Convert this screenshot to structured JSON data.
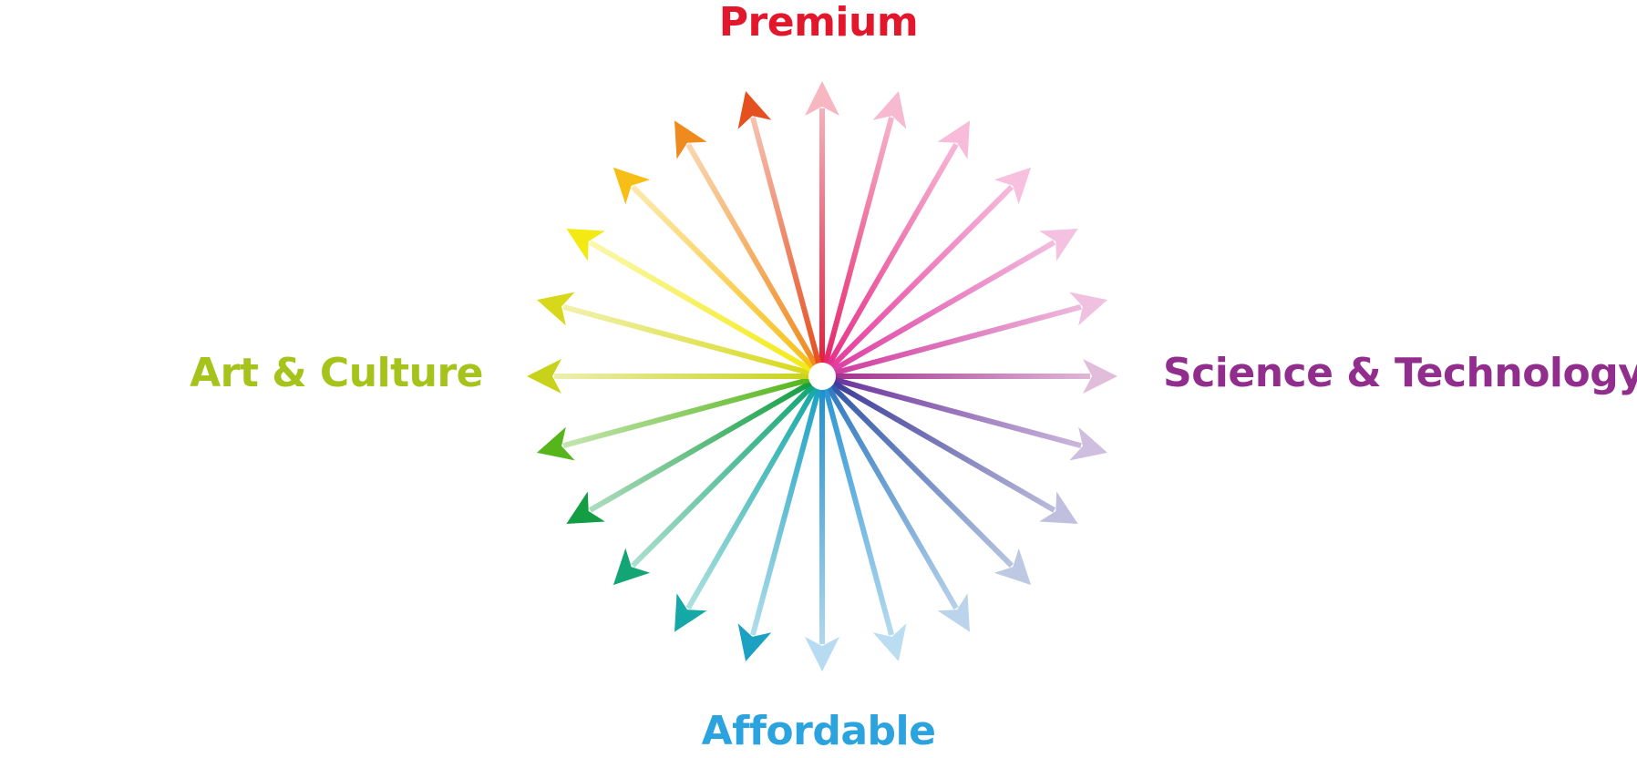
{
  "labels": {
    "top": "Premium",
    "right": "Science & Technology",
    "bottom": "Affordable",
    "left": "Art & Culture"
  },
  "colors": {
    "top": "#e3172b",
    "right": "#912d8c",
    "bottom": "#2aa3de",
    "left": "#a6c31c",
    "center_dot": "#ffffff"
  },
  "rays": {
    "count": 24,
    "colors": [
      "#e41e3d",
      "#e5256a",
      "#e63088",
      "#e63a9c",
      "#dd3fa2",
      "#cf3b9f",
      "#a3338f",
      "#6a349c",
      "#3c3c99",
      "#3157a8",
      "#2f7ac0",
      "#2b95d3",
      "#1f8fd0",
      "#1ca1c2",
      "#16a8a6",
      "#13a574",
      "#139e43",
      "#55b51b",
      "#c9d21a",
      "#d7d81a",
      "#f3ea14",
      "#f7bf16",
      "#ef8a1e",
      "#e5501f"
    ]
  }
}
